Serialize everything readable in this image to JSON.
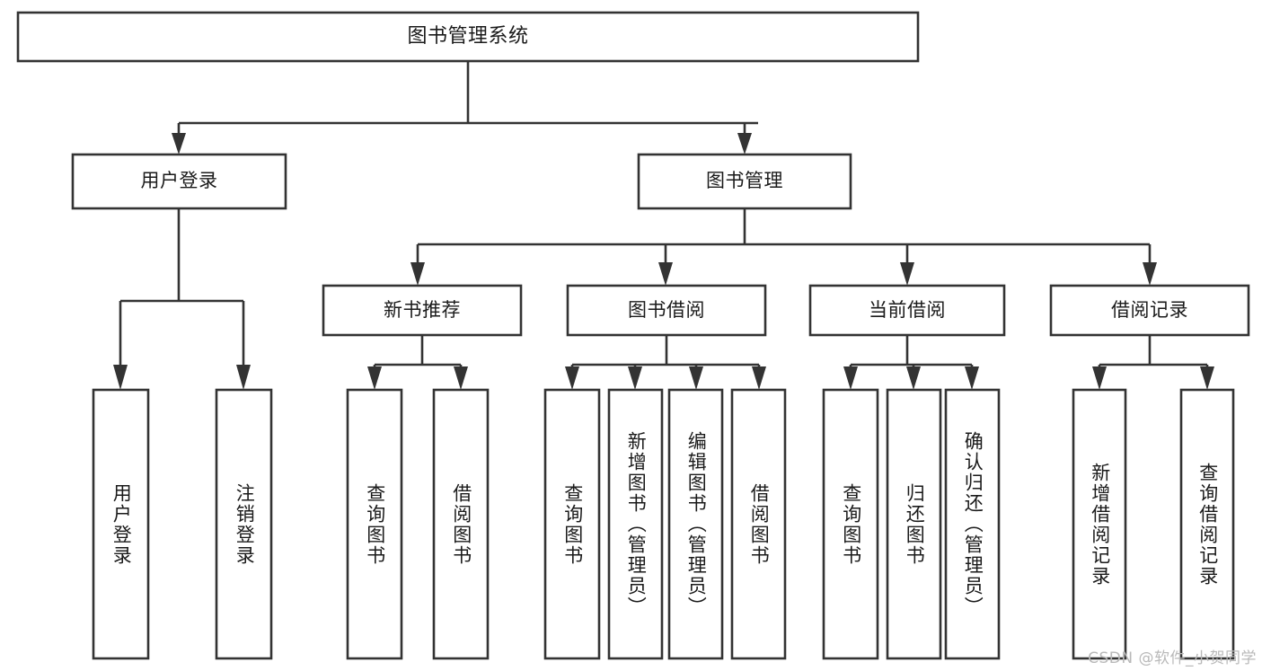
{
  "diagram": {
    "title": "图书管理系统",
    "type": "tree-hierarchy-chart",
    "background_color": "#ffffff",
    "line_color": "#333333",
    "text_color": "#1a1a1a"
  },
  "nodes": {
    "root": {
      "label": "图书管理系统"
    },
    "level2": [
      {
        "id": "user-login",
        "label": "用户登录"
      },
      {
        "id": "book-management",
        "label": "图书管理"
      }
    ],
    "level3": [
      {
        "id": "new-book-recommend",
        "label": "新书推荐"
      },
      {
        "id": "book-borrow",
        "label": "图书借阅"
      },
      {
        "id": "current-borrow",
        "label": "当前借阅"
      },
      {
        "id": "borrow-record",
        "label": "借阅记录"
      }
    ],
    "leaves": {
      "user_login": [
        {
          "id": "leaf-user-login",
          "label": "用户登录"
        },
        {
          "id": "leaf-logout-login",
          "label": "注销登录"
        }
      ],
      "new_book_recommend": [
        {
          "id": "leaf-query-book-1",
          "label": "查询图书"
        },
        {
          "id": "leaf-borrow-book-1",
          "label": "借阅图书"
        }
      ],
      "book_borrow": [
        {
          "id": "leaf-query-book-2",
          "label": "查询图书"
        },
        {
          "id": "leaf-add-book-admin",
          "label": "新增图书（管理员）"
        },
        {
          "id": "leaf-edit-book-admin",
          "label": "编辑图书（管理员）"
        },
        {
          "id": "leaf-borrow-book-2",
          "label": "借阅图书"
        }
      ],
      "current_borrow": [
        {
          "id": "leaf-query-book-3",
          "label": "查询图书"
        },
        {
          "id": "leaf-return-book",
          "label": "归还图书"
        },
        {
          "id": "leaf-confirm-return-admin",
          "label": "确认归还（管理员）"
        }
      ],
      "borrow_record": [
        {
          "id": "leaf-add-borrow-record",
          "label": "新增借阅记录"
        },
        {
          "id": "leaf-query-borrow-record",
          "label": "查询借阅记录"
        }
      ]
    }
  },
  "watermark": {
    "text": "CSDN @软件_小贺同学"
  }
}
